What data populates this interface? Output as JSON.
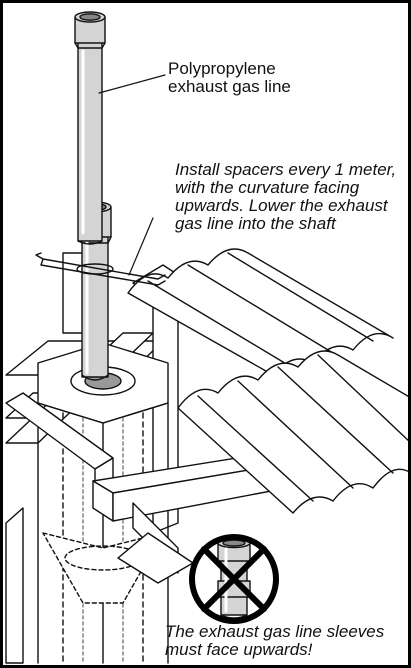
{
  "labels": {
    "polypropylene": "Polypropylene\nexhaust gas line",
    "spacers": "Install spacers every 1 meter,\nwith the curvature facing\nupwards. Lower the exhaust\ngas line into the shaft",
    "sleeves": "The exhaust gas line sleeves\nmust face upwards!"
  },
  "colors": {
    "pipe_fill": "#d4d4d4",
    "line": "#111111",
    "prohibit": "#000000"
  }
}
